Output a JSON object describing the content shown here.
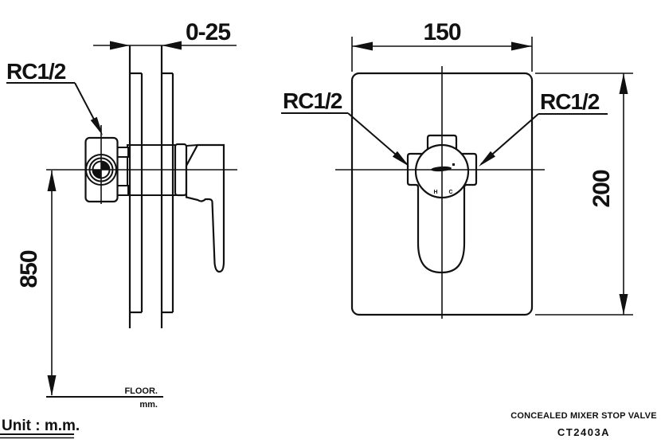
{
  "meta": {
    "unit_note": "Unit : m.m.",
    "product_name": "CONCEALED MIXER  STOP VALVE",
    "product_code": "CT2403A"
  },
  "side_view": {
    "thread_label": "RC1/2",
    "wall_depth_dim": "0-25",
    "height_dim": "850",
    "floor_label": "FLOOR.",
    "floor_unit": "mm."
  },
  "front_view": {
    "width_dim": "150",
    "height_dim": "200",
    "thread_label_left": "RC1/2",
    "thread_label_right": "RC1/2",
    "hot_marker": "H",
    "cold_marker": "C"
  },
  "colors": {
    "line": "#111111",
    "background": "#ffffff"
  }
}
